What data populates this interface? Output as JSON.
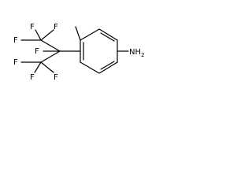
{
  "molecule": {
    "atom_labels": {
      "f_top_left": "F",
      "f_top_right": "F",
      "f_upper_left": "F",
      "f_center": "F",
      "f_lower_left": "F",
      "f_bottom_left": "F",
      "f_bottom_right": "F",
      "amine": "NH",
      "amine_subscript": "2"
    },
    "colors": {
      "ink": "#000000",
      "background": "#ffffff"
    }
  }
}
